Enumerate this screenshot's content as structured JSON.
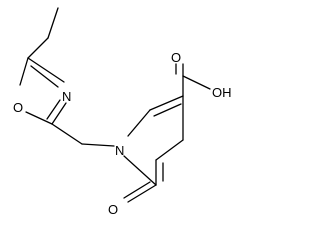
{
  "molecule": {
    "atoms": {
      "ring_oxygen": "O",
      "ring_nitrogen_top": "N",
      "pyridone_nitrogen": "N",
      "carbonyl_oxygen": "O",
      "acid_carbonyl_oxygen": "O",
      "acid_hydroxyl": "OH"
    }
  }
}
